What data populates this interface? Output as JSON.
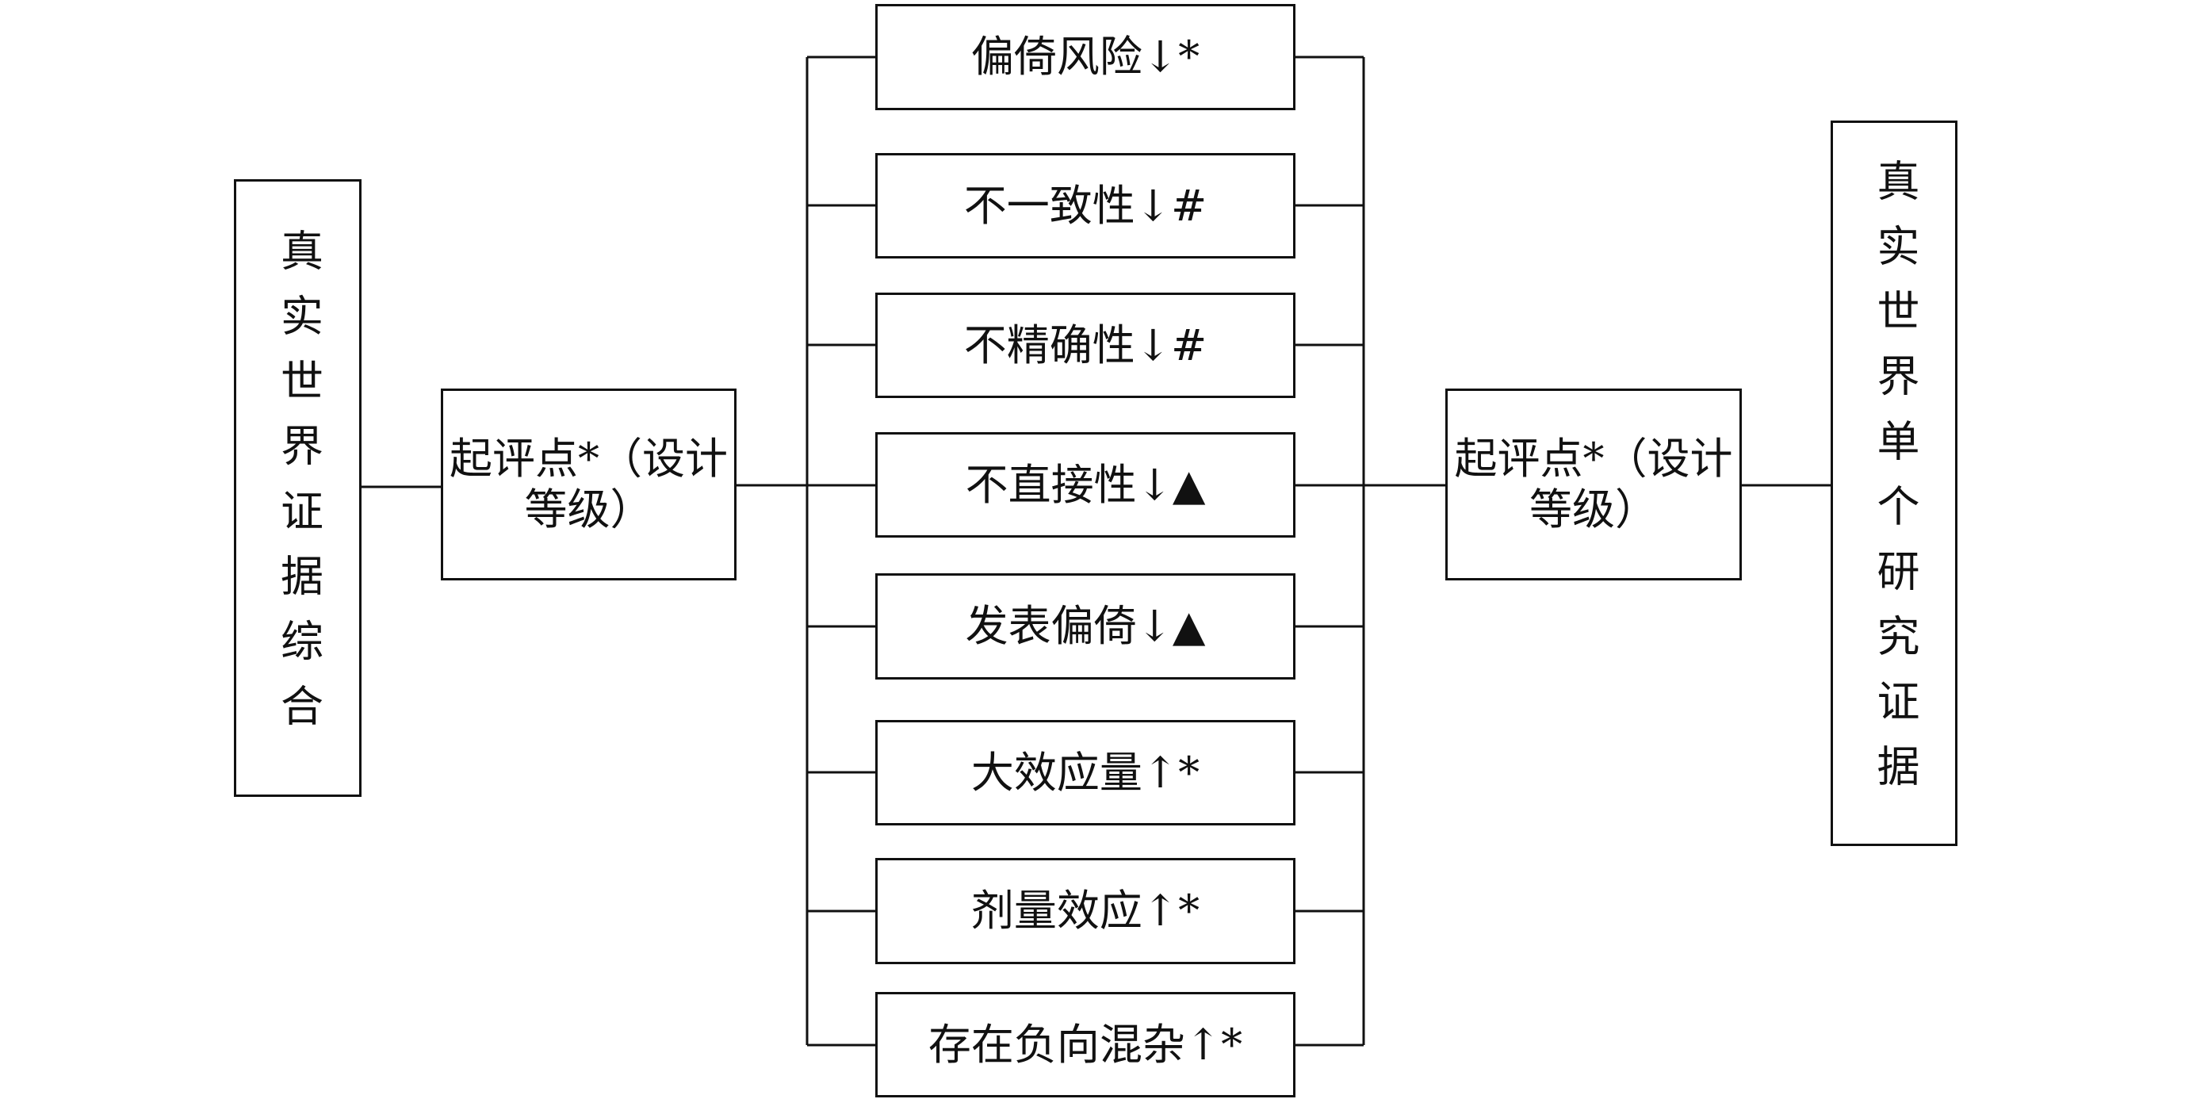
{
  "left_column": {
    "text": "真实世界证据综合"
  },
  "right_column": {
    "text": "真实世界单个研究证据"
  },
  "left_start": {
    "line1": "起评点*（设计",
    "line2": "等级）"
  },
  "right_start": {
    "line1": "起评点*（设计",
    "line2": "等级）"
  },
  "factors": [
    {
      "label": "偏倚风险↓*"
    },
    {
      "label": "不一致性↓#"
    },
    {
      "label": "不精确性↓#"
    },
    {
      "label": "不直接性↓▲"
    },
    {
      "label": "发表偏倚↓▲"
    },
    {
      "label": "大效应量↑*"
    },
    {
      "label": "剂量效应↑*"
    },
    {
      "label": "存在负向混杂↑*"
    }
  ]
}
